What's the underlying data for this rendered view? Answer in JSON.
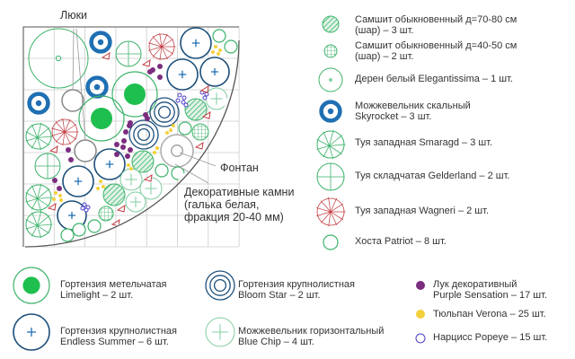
{
  "plan": {
    "hatches_label": "Люки",
    "fountain_label": "Фонтан",
    "stones_label": [
      "Декоративные камни",
      "(галька белая,",
      "фракция 20-40 мм)"
    ]
  },
  "legend_right": [
    {
      "icon": "boxwood-large-hatched-icon",
      "lines": [
        "Самшит обыкновенный д=70-80 см",
        "(шар) – 3 шт."
      ]
    },
    {
      "icon": "boxwood-small-grid-icon",
      "lines": [
        "Самшит обыкновенный д=40-50 см",
        "(шар) – 2 шт."
      ]
    },
    {
      "icon": "dogwood-icon",
      "lines": [
        "Дерен белый Elegantissima – 1 шт."
      ]
    },
    {
      "icon": "juniper-skyrocket-icon",
      "lines": [
        "Можжевельник скальный",
        "Skyrocket – 3 шт."
      ]
    },
    {
      "icon": "thuja-smaragd-icon",
      "lines": [
        "Туя западная Smaragd – 3 шт."
      ]
    },
    {
      "icon": "thuja-gelderland-icon",
      "lines": [
        "Туя складчатая  Gelderland – 2 шт."
      ]
    },
    {
      "icon": "thuja-wagneri-icon",
      "lines": [
        "Туя западная Wagneri – 2 шт."
      ]
    },
    {
      "icon": "hosta-icon",
      "lines": [
        "Хоста Patriot – 8 шт."
      ]
    }
  ],
  "legend_bottom": [
    {
      "icon": "hydrangea-limelight-icon",
      "lines": [
        "Гортензия метельчатая",
        "Limelight – 2 шт."
      ]
    },
    {
      "icon": "hydrangea-endless-summer-icon",
      "lines": [
        "Гортензия крупнолистная",
        "Endless Summer – 6 шт."
      ]
    },
    {
      "icon": "hydrangea-bloom-star-icon",
      "lines": [
        "Гортензия крупнолистная",
        "Bloom Star – 2 шт."
      ]
    },
    {
      "icon": "juniper-blue-chip-icon",
      "lines": [
        "Можжевельник горизонтальный",
        "Blue Chip – 4 шт."
      ]
    },
    {
      "icon": "allium-icon",
      "lines": [
        "Лук декоративный",
        "Purple Sensation – 17 шт."
      ]
    },
    {
      "icon": "tulip-icon",
      "lines": [
        "Тюльпан Verona – 25 шт."
      ]
    },
    {
      "icon": "narcissus-icon",
      "lines": [
        "Нарцисс Popeye – 15 шт."
      ]
    }
  ],
  "colors": {
    "green": "#3db36b",
    "fill_green": "#1fbf4f",
    "blue": "#1f6fb3",
    "navy": "#1d4f7a",
    "red": "#c0393f",
    "purple": "#7b2d7e",
    "yellow": "#f3d13b",
    "violet": "#4b3fc9",
    "gray": "#888888"
  }
}
